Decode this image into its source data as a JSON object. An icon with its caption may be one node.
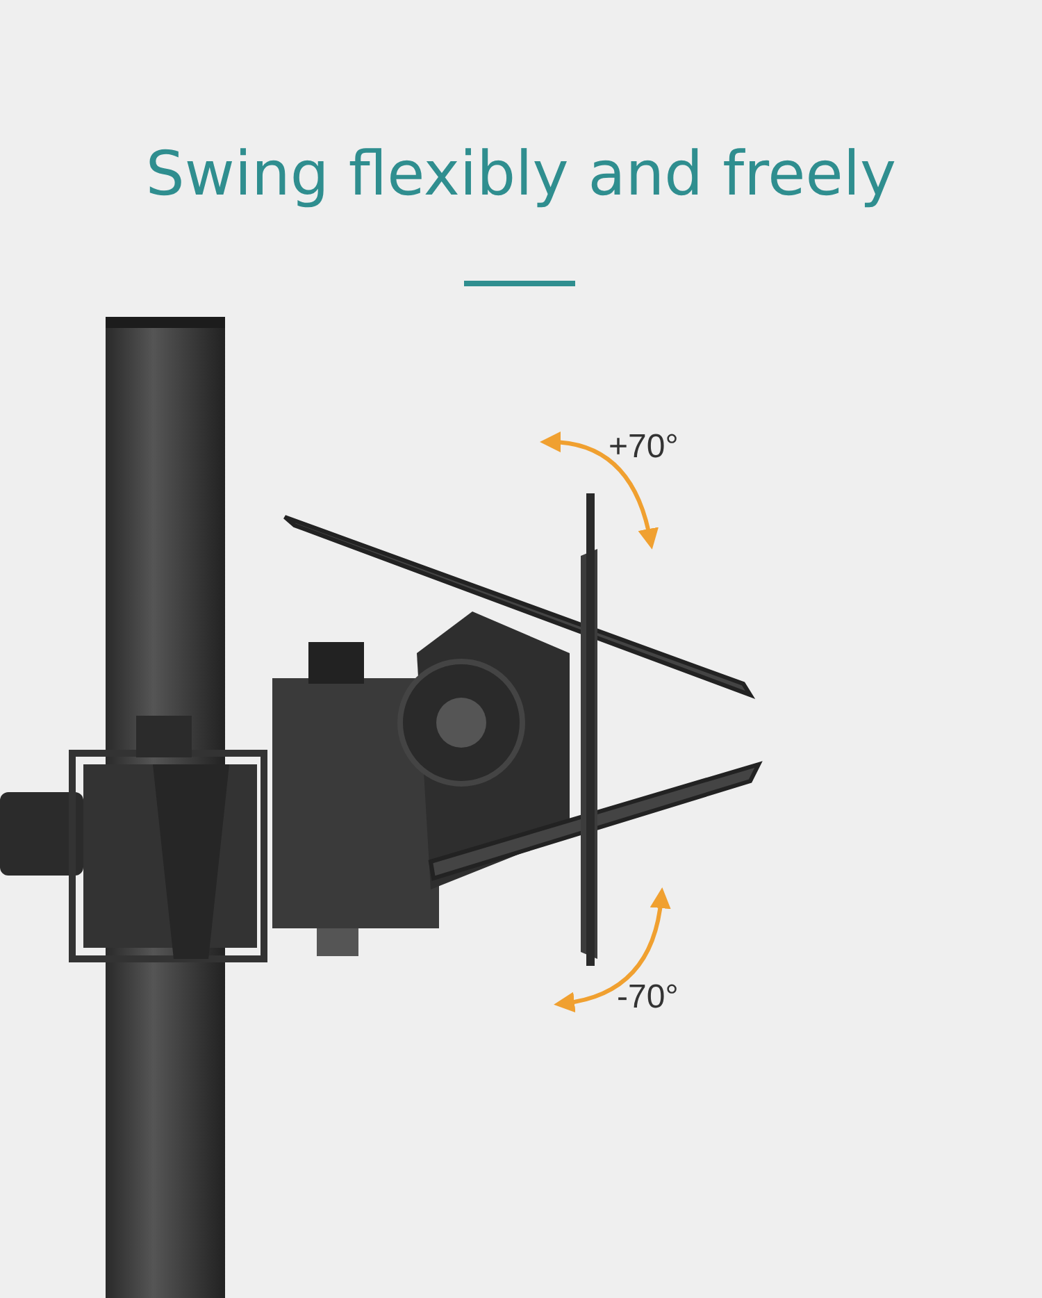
{
  "diagram": {
    "title": "Swing flexibly and freely",
    "labels": [
      "+70°",
      "-70°"
    ]
  }
}
